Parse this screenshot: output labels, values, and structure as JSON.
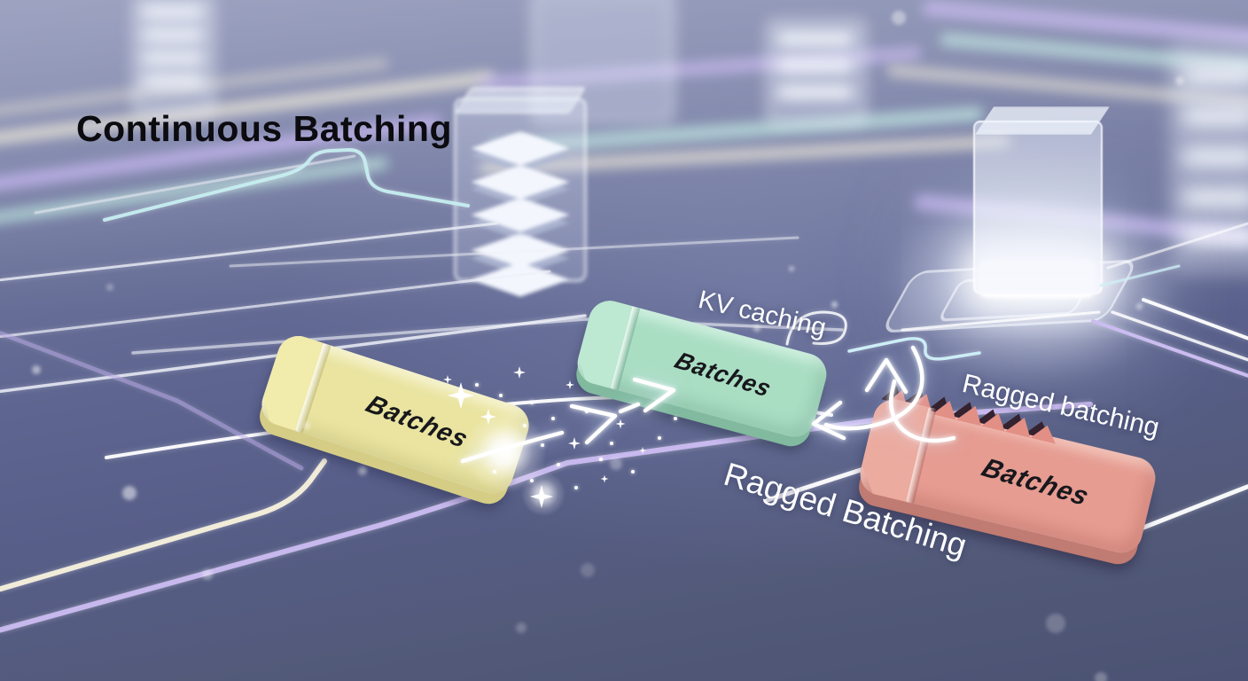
{
  "title": "Continuous Batching",
  "labels": {
    "kv_caching": "KV caching",
    "ragged_batching_right": "Ragged batching",
    "ragged_batching_bottom": "Ragged Batching"
  },
  "cards": {
    "input_batch": {
      "label": "Batches",
      "color": "#eae4a0"
    },
    "cached_batch": {
      "label": "Batches",
      "color": "#aadec3"
    },
    "ragged_batch": {
      "label": "Batches",
      "color": "#e69c91"
    }
  },
  "palette": {
    "floor_top": "#9096b8",
    "floor_bottom": "#4b5273",
    "trace_cream": "#f1ecd9",
    "trace_lavender": "#cbbcf1",
    "trace_mint": "#c2e9e2",
    "trace_cyan": "#c6eef0",
    "glow_white": "#ffffff",
    "title_text": "#0b0b10",
    "label_text": "#ffffff"
  }
}
